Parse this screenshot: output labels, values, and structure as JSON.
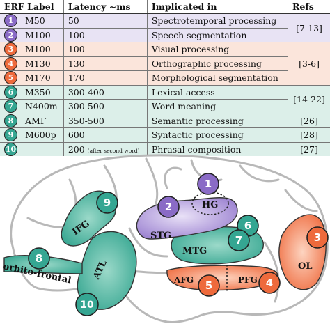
{
  "table": {
    "headers": {
      "label": "ERF Label",
      "latency": "Latency ~ms",
      "implicated": "Implicated in",
      "refs": "Refs"
    },
    "rows": [
      {
        "num": "1",
        "label": "M50",
        "latency": "50",
        "latency_note": "",
        "implicated": "Spectrotemporal processing",
        "group": "purple"
      },
      {
        "num": "2",
        "label": "M100",
        "latency": "100",
        "latency_note": "",
        "implicated": "Speech segmentation",
        "group": "purple"
      },
      {
        "num": "3",
        "label": "M100",
        "latency": "100",
        "latency_note": "",
        "implicated": "Visual processing",
        "group": "orange"
      },
      {
        "num": "4",
        "label": "M130",
        "latency": "130",
        "latency_note": "",
        "implicated": "Orthographic processing",
        "group": "orange"
      },
      {
        "num": "5",
        "label": "M170",
        "latency": "170",
        "latency_note": "",
        "implicated": "Morphological segmentation",
        "group": "orange"
      },
      {
        "num": "6",
        "label": "M350",
        "latency": "300-400",
        "latency_note": "",
        "implicated": "Lexical access",
        "group": "teal"
      },
      {
        "num": "7",
        "label": "N400m",
        "latency": "300-500",
        "latency_note": "",
        "implicated": "Word meaning",
        "group": "teal"
      },
      {
        "num": "8",
        "label": "AMF",
        "latency": "350-500",
        "latency_note": "",
        "implicated": "Semantic processing",
        "group": "teal"
      },
      {
        "num": "9",
        "label": "M600p",
        "latency": "600",
        "latency_note": "",
        "implicated": "Syntactic processing",
        "group": "teal"
      },
      {
        "num": "10",
        "label": "-",
        "latency": "200",
        "latency_note": "(after second word)",
        "implicated": "Phrasal composition",
        "group": "teal"
      }
    ],
    "refs": {
      "r1": "[7-13]",
      "r2": "[3-6]",
      "r3": "[14-22]",
      "r4": "[26]",
      "r5": "[28]",
      "r6": "[27]"
    }
  },
  "brain": {
    "regions": {
      "stg": "STG",
      "hg": "HG",
      "mtg": "MTG",
      "ifg": "IFG",
      "atl": "ATL",
      "afg": "AFG",
      "pfg": "PFG",
      "ol": "OL",
      "orbito": "orbito-frontal"
    },
    "markers": {
      "m1": "1",
      "m2": "2",
      "m3": "3",
      "m4": "4",
      "m5": "5",
      "m6": "6",
      "m7": "7",
      "m8": "8",
      "m9": "9",
      "m10": "10"
    }
  },
  "colors": {
    "purple": "#8a6bc6",
    "orange": "#ee6a3c",
    "teal": "#35a692",
    "purple_bg": "#e8e3f4",
    "orange_bg": "#fbe5db",
    "teal_bg": "#dcefe9"
  }
}
